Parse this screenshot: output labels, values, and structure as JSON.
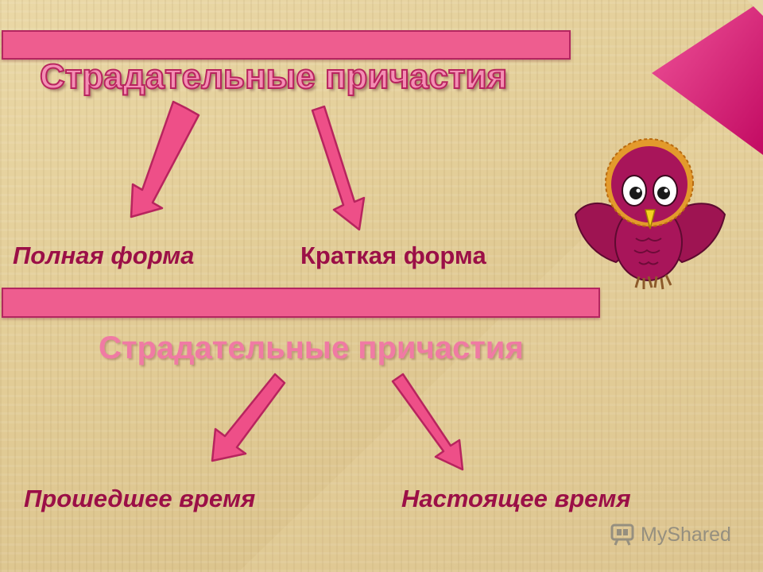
{
  "slide": {
    "title_top": "Страдательные причастия",
    "title_bottom": "Страдательные причастия",
    "top_branches": [
      "Полная форма",
      "Краткая форма"
    ],
    "bottom_branches": [
      "Прошедшее время",
      "Настоящее время"
    ]
  },
  "watermark": {
    "text": "MyShared",
    "icon": "presentation-board-icon"
  },
  "colors": {
    "accent_pink": "#ee5d8f",
    "dark_magenta": "#9b0f47",
    "corner_magenta": "#d4106e",
    "background": "#e2cd98"
  },
  "decor": {
    "mascot": "owl-icon"
  }
}
